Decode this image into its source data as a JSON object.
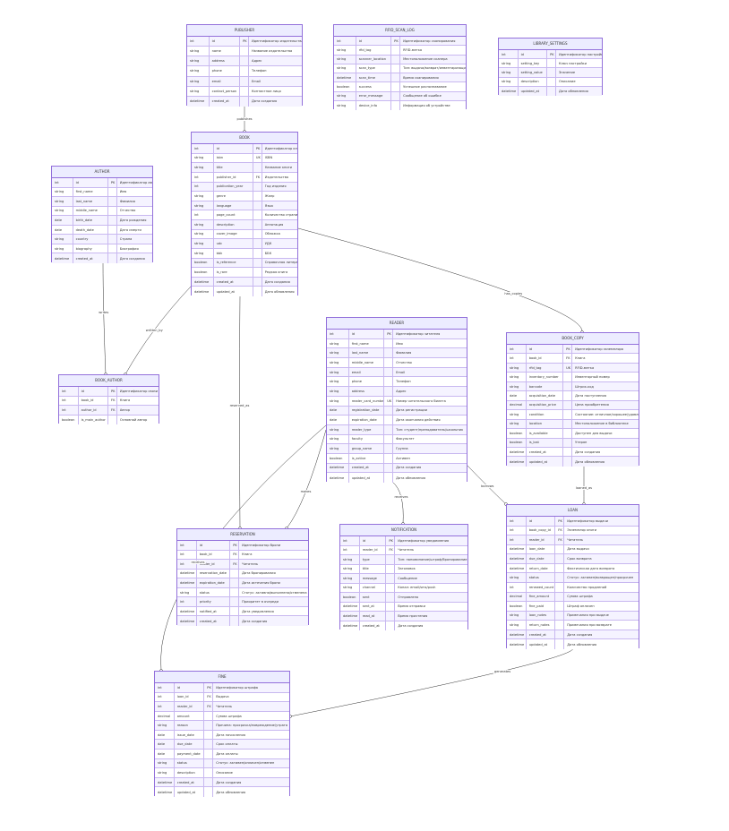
{
  "entities": [
    {
      "name": "PUBLISHER",
      "fields": [
        [
          "int",
          "id",
          "PK",
          "Идентификатор издательства"
        ],
        [
          "string",
          "name",
          "",
          "Название издательства"
        ],
        [
          "string",
          "address",
          "",
          "Адрес"
        ],
        [
          "string",
          "phone",
          "",
          "Телефон"
        ],
        [
          "string",
          "email",
          "",
          "Email"
        ],
        [
          "string",
          "contact_person",
          "",
          "Контактное лицо"
        ],
        [
          "datetime",
          "created_at",
          "",
          "Дата создания"
        ]
      ]
    },
    {
      "name": "RFID_SCAN_LOG",
      "fields": [
        [
          "int",
          "id",
          "PK",
          "Идентификатор сканирования"
        ],
        [
          "string",
          "rfid_tag",
          "",
          "RFID-метка"
        ],
        [
          "string",
          "scanner_location",
          "",
          "Местоположение сканера"
        ],
        [
          "string",
          "scan_type",
          "",
          "Тип: выдача/возврат/инвентаризация"
        ],
        [
          "datetime",
          "scan_time",
          "",
          "Время сканирования"
        ],
        [
          "boolean",
          "success",
          "",
          "Успешное распознавание"
        ],
        [
          "string",
          "error_message",
          "",
          "Сообщение об ошибке"
        ],
        [
          "string",
          "device_info",
          "",
          "Информация об устройстве"
        ]
      ]
    },
    {
      "name": "LIBRARY_SETTINGS",
      "fields": [
        [
          "int",
          "id",
          "PK",
          "Идентификатор настройки"
        ],
        [
          "string",
          "setting_key",
          "",
          "Ключ настройки"
        ],
        [
          "string",
          "setting_value",
          "",
          "Значение"
        ],
        [
          "string",
          "description",
          "",
          "Описание"
        ],
        [
          "datetime",
          "updated_at",
          "",
          "Дата обновления"
        ]
      ]
    },
    {
      "name": "BOOK",
      "fields": [
        [
          "int",
          "id",
          "PK",
          "Идентификатор книги"
        ],
        [
          "string",
          "isbn",
          "UK",
          "ISBN"
        ],
        [
          "string",
          "title",
          "",
          "Название книги"
        ],
        [
          "int",
          "publisher_id",
          "FK",
          "Издательство"
        ],
        [
          "int",
          "publication_year",
          "",
          "Год издания"
        ],
        [
          "string",
          "genre",
          "",
          "Жанр"
        ],
        [
          "string",
          "language",
          "",
          "Язык"
        ],
        [
          "int",
          "page_count",
          "",
          "Количество страниц"
        ],
        [
          "string",
          "description",
          "",
          "Аннотация"
        ],
        [
          "string",
          "cover_image",
          "",
          "Обложка"
        ],
        [
          "string",
          "udc",
          "",
          "УДК"
        ],
        [
          "string",
          "bbk",
          "",
          "ББК"
        ],
        [
          "boolean",
          "is_reference",
          "",
          "Справочная литература"
        ],
        [
          "boolean",
          "is_rare",
          "",
          "Редкая книга"
        ],
        [
          "datetime",
          "created_at",
          "",
          "Дата создания"
        ],
        [
          "datetime",
          "updated_at",
          "",
          "Дата обновления"
        ]
      ]
    },
    {
      "name": "AUTHOR",
      "fields": [
        [
          "int",
          "id",
          "PK",
          "Идентификатор автора"
        ],
        [
          "string",
          "first_name",
          "",
          "Имя"
        ],
        [
          "string",
          "last_name",
          "",
          "Фамилия"
        ],
        [
          "string",
          "middle_name",
          "",
          "Отчество"
        ],
        [
          "date",
          "birth_date",
          "",
          "Дата рождения"
        ],
        [
          "date",
          "death_date",
          "",
          "Дата смерти"
        ],
        [
          "string",
          "country",
          "",
          "Страна"
        ],
        [
          "string",
          "biography",
          "",
          "Биография"
        ],
        [
          "datetime",
          "created_at",
          "",
          "Дата создания"
        ]
      ]
    },
    {
      "name": "BOOK_AUTHOR",
      "fields": [
        [
          "int",
          "id",
          "PK",
          "Идентификатор связи"
        ],
        [
          "int",
          "book_id",
          "FK",
          "Книга"
        ],
        [
          "int",
          "author_id",
          "FK",
          "Автор"
        ],
        [
          "boolean",
          "is_main_author",
          "",
          "Основной автор"
        ]
      ]
    },
    {
      "name": "READER",
      "fields": [
        [
          "int",
          "id",
          "PK",
          "Идентификатор читателя"
        ],
        [
          "string",
          "first_name",
          "",
          "Имя"
        ],
        [
          "string",
          "last_name",
          "",
          "Фамилия"
        ],
        [
          "string",
          "middle_name",
          "",
          "Отчество"
        ],
        [
          "string",
          "email",
          "",
          "Email"
        ],
        [
          "string",
          "phone",
          "",
          "Телефон"
        ],
        [
          "string",
          "address",
          "",
          "Адрес"
        ],
        [
          "string",
          "reader_card_number",
          "UK",
          "Номер читательского билета"
        ],
        [
          "date",
          "registration_date",
          "",
          "Дата регистрации"
        ],
        [
          "date",
          "expiration_date",
          "",
          "Дата окончания действия"
        ],
        [
          "string",
          "reader_type",
          "",
          "Тип: студент/преподаватель/школьник"
        ],
        [
          "string",
          "faculty",
          "",
          "Факультет"
        ],
        [
          "string",
          "group_name",
          "",
          "Группа"
        ],
        [
          "boolean",
          "is_active",
          "",
          "Активен"
        ],
        [
          "datetime",
          "created_at",
          "",
          "Дата создания"
        ],
        [
          "datetime",
          "updated_at",
          "",
          "Дата обновления"
        ]
      ]
    },
    {
      "name": "BOOK_COPY",
      "fields": [
        [
          "int",
          "id",
          "PK",
          "Идентификатор экземпляра"
        ],
        [
          "int",
          "book_id",
          "FK",
          "Книга"
        ],
        [
          "string",
          "rfid_tag",
          "UK",
          "RFID-метка"
        ],
        [
          "string",
          "inventory_number",
          "",
          "Инвентарный номер"
        ],
        [
          "string",
          "barcode",
          "",
          "Штрих-код"
        ],
        [
          "date",
          "acquisition_date",
          "",
          "Дата поступления"
        ],
        [
          "decimal",
          "acquisition_price",
          "",
          "Цена приобретения"
        ],
        [
          "string",
          "condition",
          "",
          "Состояние: отличное/хорошее/удовлетворительное"
        ],
        [
          "string",
          "location",
          "",
          "Местоположение в библиотеке"
        ],
        [
          "boolean",
          "is_available",
          "",
          "Доступен для выдачи"
        ],
        [
          "boolean",
          "is_lost",
          "",
          "Утерян"
        ],
        [
          "datetime",
          "created_at",
          "",
          "Дата создания"
        ],
        [
          "datetime",
          "updated_at",
          "",
          "Дата обновления"
        ]
      ]
    },
    {
      "name": "RESERVATION",
      "fields": [
        [
          "int",
          "id",
          "PK",
          "Идентификатор брони"
        ],
        [
          "int",
          "book_id",
          "FK",
          "Книга"
        ],
        [
          "int",
          "reader_id",
          "FK",
          "Читатель"
        ],
        [
          "datetime",
          "reservation_date",
          "",
          "Дата бронирования"
        ],
        [
          "datetime",
          "expiration_date",
          "",
          "Дата истечения брони"
        ],
        [
          "string",
          "status",
          "",
          "Статус: активна/выполнена/отменена"
        ],
        [
          "int",
          "priority",
          "",
          "Приоритет в очереди"
        ],
        [
          "datetime",
          "notified_at",
          "",
          "Дата уведомления"
        ],
        [
          "datetime",
          "created_at",
          "",
          "Дата создания"
        ]
      ]
    },
    {
      "name": "NOTIFICATION",
      "fields": [
        [
          "int",
          "id",
          "PK",
          "Идентификатор уведомления"
        ],
        [
          "int",
          "reader_id",
          "FK",
          "Читатель"
        ],
        [
          "string",
          "type",
          "",
          "Тип: напоминание/штраф/бронирование"
        ],
        [
          "string",
          "title",
          "",
          "Заголовок"
        ],
        [
          "string",
          "message",
          "",
          "Сообщение"
        ],
        [
          "string",
          "channel",
          "",
          "Канал: email/sms/push"
        ],
        [
          "boolean",
          "sent",
          "",
          "Отправлено"
        ],
        [
          "datetime",
          "sent_at",
          "",
          "Время отправки"
        ],
        [
          "datetime",
          "read_at",
          "",
          "Время прочтения"
        ],
        [
          "datetime",
          "created_at",
          "",
          "Дата создания"
        ]
      ]
    },
    {
      "name": "LOAN",
      "fields": [
        [
          "int",
          "id",
          "PK",
          "Идентификатор выдачи"
        ],
        [
          "int",
          "book_copy_id",
          "FK",
          "Экземпляр книги"
        ],
        [
          "int",
          "reader_id",
          "FK",
          "Читатель"
        ],
        [
          "datetime",
          "loan_date",
          "",
          "Дата выдачи"
        ],
        [
          "datetime",
          "due_date",
          "",
          "Срок возврата"
        ],
        [
          "datetime",
          "return_date",
          "",
          "Фактическая дата возврата"
        ],
        [
          "string",
          "status",
          "",
          "Статус: активен/возвращен/просрочен"
        ],
        [
          "int",
          "renewed_count",
          "",
          "Количество продлений"
        ],
        [
          "decimal",
          "fine_amount",
          "",
          "Сумма штрафа"
        ],
        [
          "boolean",
          "fine_paid",
          "",
          "Штраф оплачен"
        ],
        [
          "string",
          "loan_notes",
          "",
          "Примечания при выдаче"
        ],
        [
          "string",
          "return_notes",
          "",
          "Примечания при возврате"
        ],
        [
          "datetime",
          "created_at",
          "",
          "Дата создания"
        ],
        [
          "datetime",
          "updated_at",
          "",
          "Дата обновления"
        ]
      ]
    },
    {
      "name": "FINE",
      "fields": [
        [
          "int",
          "id",
          "PK",
          "Идентификатор штрафа"
        ],
        [
          "int",
          "loan_id",
          "FK",
          "Выдача"
        ],
        [
          "int",
          "reader_id",
          "FK",
          "Читатель"
        ],
        [
          "decimal",
          "amount",
          "",
          "Сумма штрафа"
        ],
        [
          "string",
          "reason",
          "",
          "Причина: просрочка/повреждение/утрата"
        ],
        [
          "date",
          "issue_date",
          "",
          "Дата начисления"
        ],
        [
          "date",
          "due_date",
          "",
          "Срок оплаты"
        ],
        [
          "date",
          "payment_date",
          "",
          "Дата оплаты"
        ],
        [
          "string",
          "status",
          "",
          "Статус: активен/оплачен/отменен"
        ],
        [
          "string",
          "description",
          "",
          "Описание"
        ],
        [
          "datetime",
          "created_at",
          "",
          "Дата создания"
        ],
        [
          "datetime",
          "updated_at",
          "",
          "Дата обновления"
        ]
      ]
    }
  ],
  "relationships": [
    {
      "from": "PUBLISHER",
      "to": "BOOK",
      "label": "publishes"
    },
    {
      "from": "AUTHOR",
      "to": "BOOK_AUTHOR",
      "label": "writes"
    },
    {
      "from": "BOOK",
      "to": "BOOK_AUTHOR",
      "label": "written_by"
    },
    {
      "from": "BOOK",
      "to": "BOOK_COPY",
      "label": "has_copies"
    },
    {
      "from": "BOOK",
      "to": "RESERVATION",
      "label": "reserved_as"
    },
    {
      "from": "READER",
      "to": "RESERVATION",
      "label": "makes"
    },
    {
      "from": "READER",
      "to": "NOTIFICATION",
      "label": "receives"
    },
    {
      "from": "READER",
      "to": "LOAN",
      "label": "borrows"
    },
    {
      "from": "READER",
      "to": "FINE",
      "label": "receives"
    },
    {
      "from": "BOOK_COPY",
      "to": "LOAN",
      "label": "loaned_as"
    },
    {
      "from": "LOAN",
      "to": "FINE",
      "label": "generates"
    }
  ],
  "colors": {
    "border": "#9370db",
    "header": "#ececff",
    "line": "#333333"
  }
}
